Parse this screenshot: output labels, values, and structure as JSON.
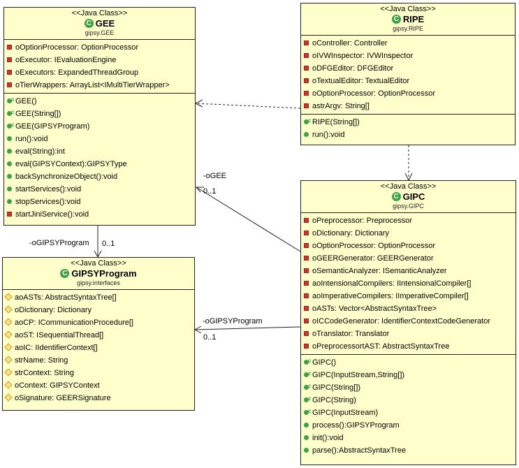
{
  "stereotype": "<<Java Class>>",
  "classes": {
    "gee": {
      "name": "GEE",
      "package": "gipsy.GEE",
      "attributes": [
        {
          "text": "oOptionProcessor: OptionProcessor",
          "vis": "private"
        },
        {
          "text": "oExecutor: IEvaluationEngine",
          "vis": "private"
        },
        {
          "text": "oExecutors: ExpandedThreadGroup",
          "vis": "private"
        },
        {
          "text": "oTierWrappers: ArrayList<IMultiTierWrapper>",
          "vis": "private"
        }
      ],
      "methods": [
        {
          "text": "GEE()",
          "vis": "ctor"
        },
        {
          "text": "GEE(String[])",
          "vis": "ctor"
        },
        {
          "text": "GEE(GIPSYProgram)",
          "vis": "ctor"
        },
        {
          "text": "run():void",
          "vis": "public"
        },
        {
          "text": "eval(String):int",
          "vis": "public"
        },
        {
          "text": "eval(GIPSYContext):GIPSYType",
          "vis": "public"
        },
        {
          "text": "backSynchronizeObject():void",
          "vis": "public"
        },
        {
          "text": "startServices():void",
          "vis": "public"
        },
        {
          "text": "stopServices():void",
          "vis": "public"
        },
        {
          "text": "startJiniService():void",
          "vis": "private"
        }
      ]
    },
    "ripe": {
      "name": "RIPE",
      "package": "gipsy.RIPE",
      "attributes": [
        {
          "text": "oController: Controller",
          "vis": "private"
        },
        {
          "text": "oIVWInspector: IVWInspector",
          "vis": "private"
        },
        {
          "text": "oDFGEditor: DFGEditor",
          "vis": "private"
        },
        {
          "text": "oTextualEditor: TextualEditor",
          "vis": "private"
        },
        {
          "text": "oOptionProcessor: OptionProcessor",
          "vis": "private"
        },
        {
          "text": "astrArgv: String[]",
          "vis": "private"
        }
      ],
      "methods": [
        {
          "text": "RIPE(String[])",
          "vis": "ctor"
        },
        {
          "text": "run():void",
          "vis": "public"
        }
      ]
    },
    "gipsyprogram": {
      "name": "GIPSYProgram",
      "package": "gipsy.interfaces",
      "attributes": [
        {
          "text": "aoASTs: AbstractSyntaxTree[]",
          "vis": "protected"
        },
        {
          "text": "oDictionary: Dictionary",
          "vis": "protected"
        },
        {
          "text": "aoCP: ICommunicationProcedure[]",
          "vis": "protected"
        },
        {
          "text": "aoST: ISequentialThread[]",
          "vis": "protected"
        },
        {
          "text": "aoIC: IIdentifierContext[]",
          "vis": "protected"
        },
        {
          "text": "strName: String",
          "vis": "protected"
        },
        {
          "text": "strContext: String",
          "vis": "protected"
        },
        {
          "text": "oContext: GIPSYContext",
          "vis": "protected"
        },
        {
          "text": "oSignature: GEERSignature",
          "vis": "protected"
        }
      ],
      "methods": []
    },
    "gipc": {
      "name": "GIPC",
      "package": "gipsy.GIPC",
      "attributes": [
        {
          "text": "oPreprocessor: Preprocessor",
          "vis": "private"
        },
        {
          "text": "oDictionary: Dictionary",
          "vis": "private"
        },
        {
          "text": "oOptionProcessor: OptionProcessor",
          "vis": "private"
        },
        {
          "text": "oGEERGenerator: GEERGenerator",
          "vis": "private"
        },
        {
          "text": "oSemanticAnalyzer: ISemanticAnalyzer",
          "vis": "private"
        },
        {
          "text": "aoIntensionalCompilers: IIntensionalCompiler[]",
          "vis": "private"
        },
        {
          "text": "aoImperativeCompilers: IImperativeCompiler[]",
          "vis": "private"
        },
        {
          "text": "oASTs: Vector<AbstractSyntaxTree>",
          "vis": "private"
        },
        {
          "text": "oICCodeGenerator: IdentifierContextCodeGenerator",
          "vis": "private"
        },
        {
          "text": "oTranslator: Translator",
          "vis": "private"
        },
        {
          "text": "oPreprocessortAST: AbstractSyntaxTree",
          "vis": "private"
        }
      ],
      "methods": [
        {
          "text": "GIPC()",
          "vis": "ctor"
        },
        {
          "text": "GIPC(InputStream,String[])",
          "vis": "ctor"
        },
        {
          "text": "GIPC(String[])",
          "vis": "ctor"
        },
        {
          "text": "GIPC(String)",
          "vis": "ctor"
        },
        {
          "text": "GIPC(InputStream)",
          "vis": "ctor"
        },
        {
          "text": "process():GIPSYProgram",
          "vis": "public"
        },
        {
          "text": "init():void",
          "vis": "public"
        },
        {
          "text": "parse():AbstractSyntaxTree",
          "vis": "public"
        }
      ]
    }
  },
  "associations": {
    "gipc_gee": {
      "role": "-oGEE",
      "multiplicity": "0..1"
    },
    "gee_program": {
      "role": "-oGIPSYProgram",
      "multiplicity": "0..1"
    },
    "gipc_program": {
      "role": "-oGIPSYProgram",
      "multiplicity": "0..1"
    }
  },
  "colors": {
    "class_fill": "#ffffcc",
    "border": "#222222",
    "class_icon": "#3fa044",
    "private": "#cc3333",
    "protected": "#c89a1a",
    "public": "#3fa044"
  }
}
